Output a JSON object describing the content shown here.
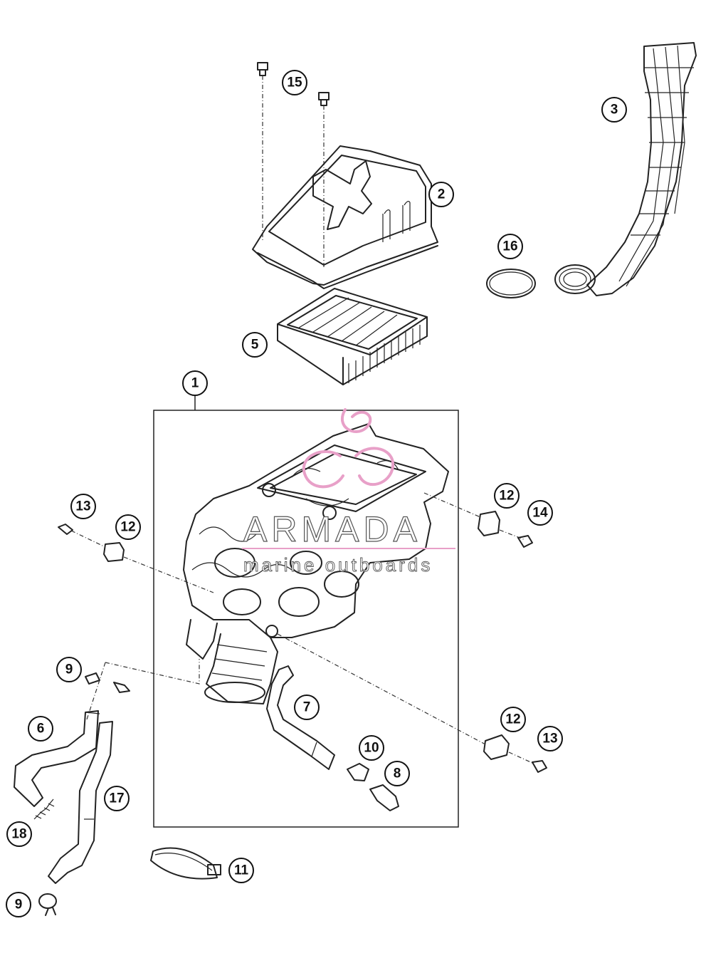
{
  "callouts": [
    {
      "id": "c1",
      "label": "1"
    },
    {
      "id": "c2",
      "label": "2"
    },
    {
      "id": "c3",
      "label": "3"
    },
    {
      "id": "c5",
      "label": "5"
    },
    {
      "id": "c6",
      "label": "6"
    },
    {
      "id": "c7",
      "label": "7"
    },
    {
      "id": "c8",
      "label": "8"
    },
    {
      "id": "c9a",
      "label": "9"
    },
    {
      "id": "c9b",
      "label": "9"
    },
    {
      "id": "c10",
      "label": "10"
    },
    {
      "id": "c11",
      "label": "11"
    },
    {
      "id": "c12a",
      "label": "12"
    },
    {
      "id": "c12b",
      "label": "12"
    },
    {
      "id": "c12c",
      "label": "12"
    },
    {
      "id": "c13a",
      "label": "13"
    },
    {
      "id": "c13b",
      "label": "13"
    },
    {
      "id": "c14",
      "label": "14"
    },
    {
      "id": "c15",
      "label": "15"
    },
    {
      "id": "c16",
      "label": "16"
    },
    {
      "id": "c17",
      "label": "17"
    },
    {
      "id": "c18",
      "label": "18"
    }
  ],
  "watermark": {
    "brand": "ARMADA",
    "tagline": "marine outboards",
    "accent_color": "#e8a0c8"
  }
}
